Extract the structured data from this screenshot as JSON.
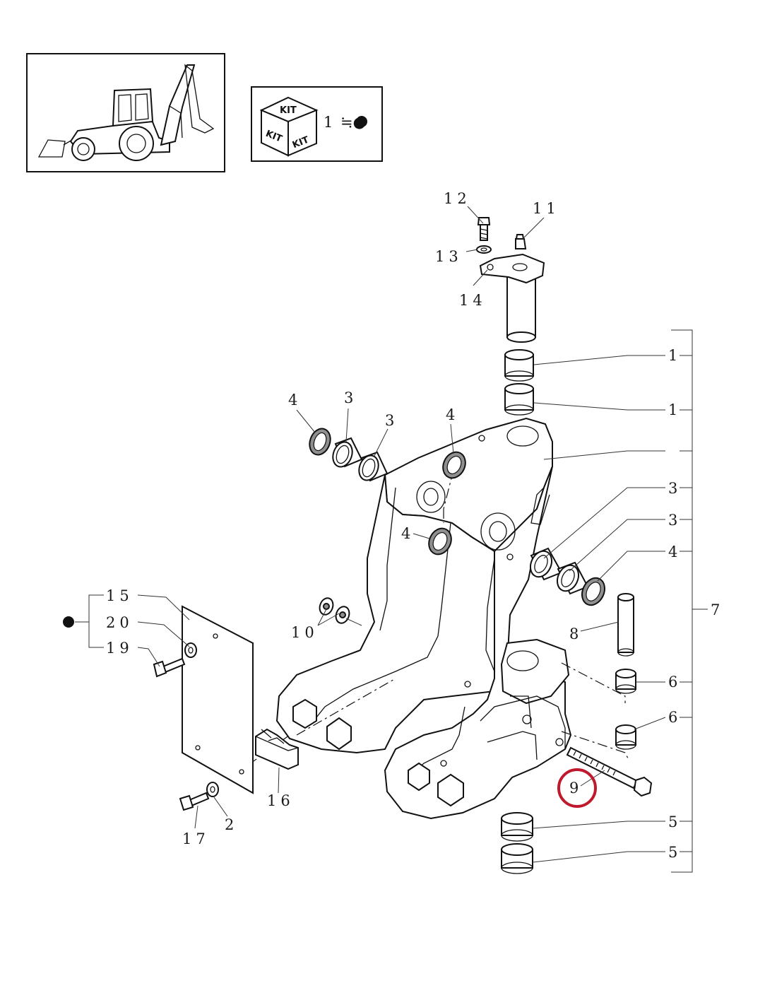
{
  "kit_box": {
    "cube_top": "KIT",
    "cube_left": "KIT",
    "cube_right": "KIT",
    "legend_number": "1",
    "legend_symbol": "≒●"
  },
  "callouts": {
    "c1a": "1",
    "c1b": "1",
    "c2": "2",
    "c3a": "3",
    "c3b": "3",
    "c3c": "3",
    "c3d": "3",
    "c4a": "4",
    "c4b": "4",
    "c4c": "4",
    "c4d": "4",
    "c5a": "5",
    "c5b": "5",
    "c6a": "6",
    "c6b": "6",
    "c7": "7",
    "c8": "8",
    "c9": "9",
    "c10": "10",
    "c11": "11",
    "c12": "12",
    "c13": "13",
    "c14": "14",
    "c15": "15",
    "c16": "16",
    "c17": "17",
    "c19": "19",
    "c20": "20"
  },
  "highlight": {
    "part": "9",
    "color": "#c0182c"
  }
}
